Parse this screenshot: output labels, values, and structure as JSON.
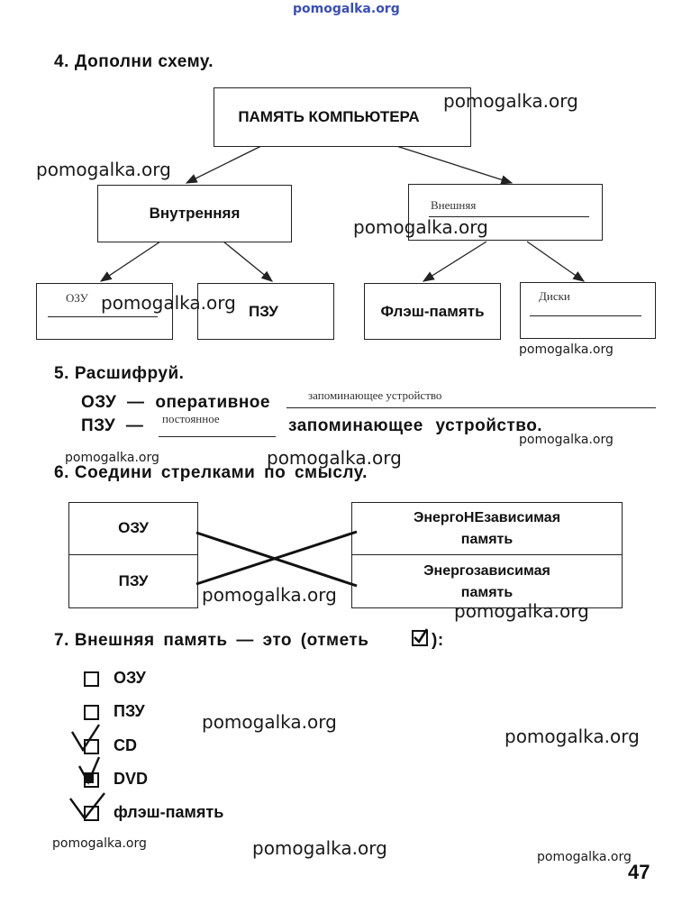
{
  "header": {
    "site": "pomogalka.org"
  },
  "task4": {
    "number": "4.",
    "title": "Дополни схему.",
    "root": "ПАМЯТЬ КОМПЬЮТЕРА",
    "internal": "Внутренняя",
    "external": "Внешняя",
    "ozu": "ОЗУ",
    "pzu": "ПЗУ",
    "flash": "Флэш-память",
    "disks": "Диски"
  },
  "task5": {
    "number": "5.",
    "title": "Расшифруй.",
    "line1_prefix": "ОЗУ — оперативное",
    "line1_answer": "запоминающее устройство",
    "line2_prefix": "ПЗУ —",
    "line2_answer": "постоянное",
    "line2_suffix": "запоминающее устройство."
  },
  "task6": {
    "number": "6.",
    "title": "Соедини стрелками по смыслу.",
    "left_top": "ОЗУ",
    "left_bottom": "ПЗУ",
    "right_top_l1": "ЭнергоНЕзависимая",
    "right_top_l2": "память",
    "right_bottom_l1": "Энергозависимая",
    "right_bottom_l2": "память"
  },
  "task7": {
    "number": "7.",
    "title": "Внешняя память — это (отметь",
    "title_end": "):",
    "options": [
      {
        "label": "ОЗУ",
        "checked": false
      },
      {
        "label": "ПЗУ",
        "checked": false
      },
      {
        "label": "CD",
        "checked": true
      },
      {
        "label": "DVD",
        "checked": true
      },
      {
        "label": "флэш-память",
        "checked": true
      }
    ]
  },
  "page_number": "47",
  "watermark": "pomogalka.org"
}
